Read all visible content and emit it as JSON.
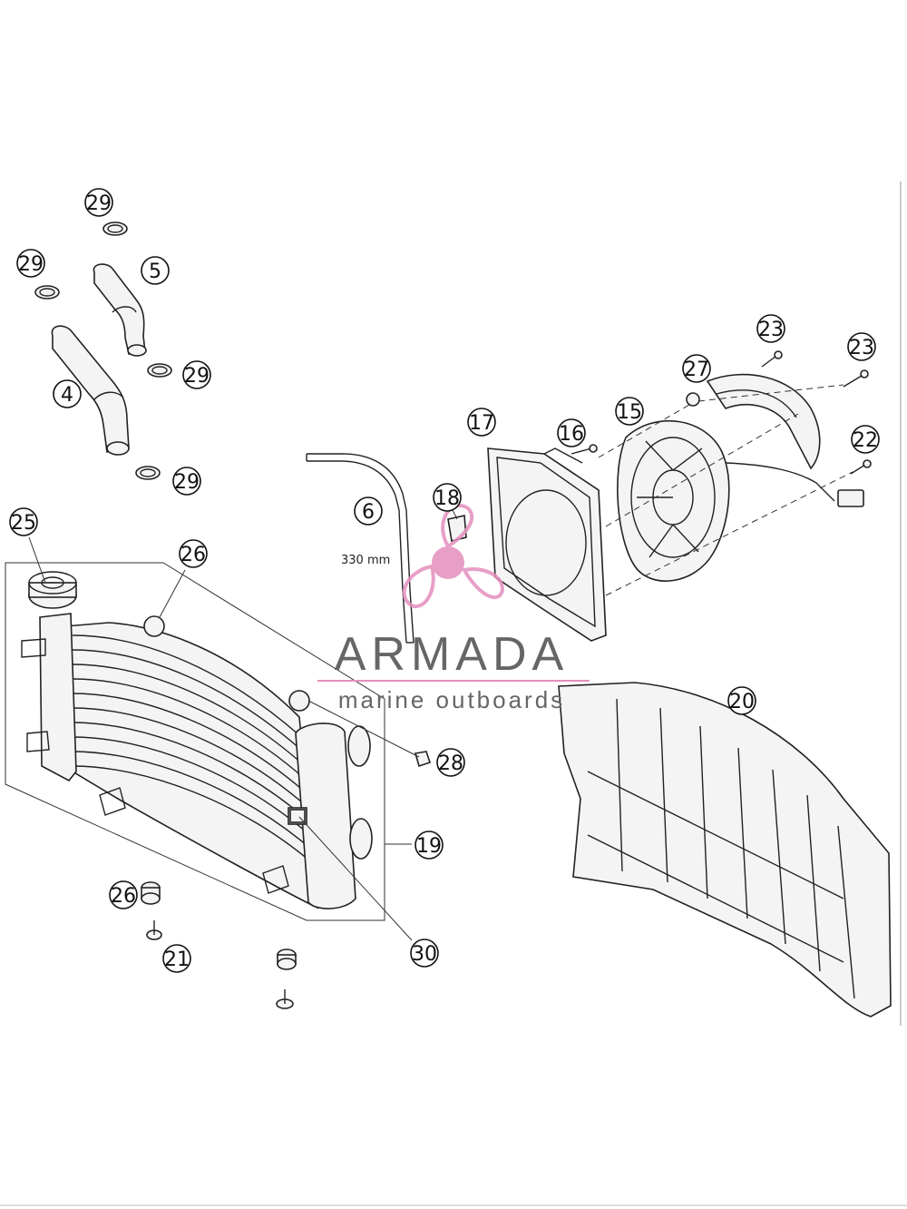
{
  "callouts": {
    "c29a": "29",
    "c29b": "29",
    "c5": "5",
    "c29c": "29",
    "c4": "4",
    "c29d": "29",
    "c6": "6",
    "c17": "17",
    "c16": "16",
    "c15": "15",
    "c27": "27",
    "c23a": "23",
    "c23b": "23",
    "c22": "22",
    "c18": "18",
    "c25": "25",
    "c26a": "26",
    "c20": "20",
    "c28": "28",
    "c19": "19",
    "c26b": "26",
    "c21": "21",
    "c30": "30"
  },
  "dimension_label": "330 mm",
  "watermark": {
    "brand": "ARMADA",
    "tagline": "marine outboards",
    "color": "#e58fbd"
  }
}
